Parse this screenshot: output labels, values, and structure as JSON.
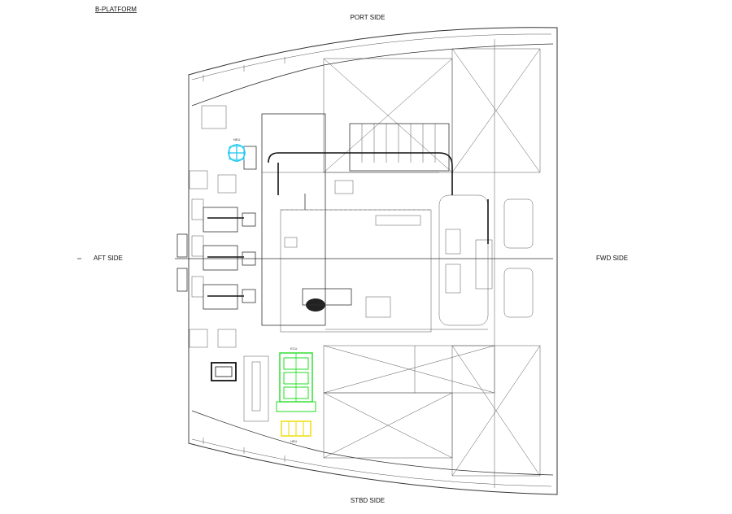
{
  "drawing": {
    "title": "B-PLATFORM",
    "orientation": {
      "top": "PORT SIDE",
      "bottom": "STBD SIDE",
      "left": "AFT SIDE",
      "right": "FWD SIDE"
    }
  },
  "equipment": {
    "neu_port": {
      "label": "NEU",
      "color": "#18c8f0"
    },
    "ecu": {
      "label": "ECU",
      "color": "#22dd22"
    },
    "heu": {
      "label": "HEU",
      "color": "#f0e020"
    }
  },
  "colors": {
    "linework": "#333333",
    "background": "#ffffff"
  }
}
